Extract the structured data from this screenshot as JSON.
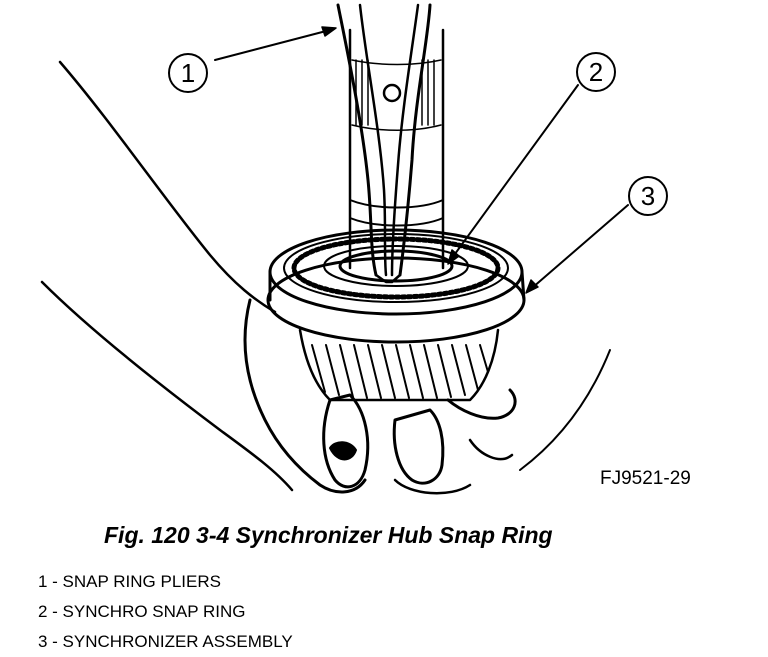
{
  "callouts": [
    "1",
    "2",
    "3"
  ],
  "figure_code": "FJ9521-29",
  "caption": "Fig. 120 3-4 Synchronizer Hub Snap Ring",
  "legend": [
    "1 - SNAP RING PLIERS",
    "2 - SYNCHRO SNAP RING",
    "3 - SYNCHRONIZER ASSEMBLY"
  ]
}
